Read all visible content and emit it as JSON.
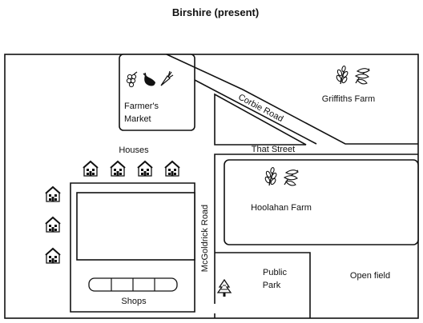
{
  "title": "Birshire (present)",
  "roads": {
    "corbie": "Corbie Road",
    "that_street": "That Street",
    "mcgoldrick": "McGoldrick Road"
  },
  "areas": {
    "farmers_market_line1": "Farmer's",
    "farmers_market_line2": "Market",
    "griffiths_farm": "Griffiths Farm",
    "houses": "Houses",
    "hoolahan_farm": "Hoolahan Farm",
    "public_park_line1": "Public",
    "public_park_line2": "Park",
    "open_field": "Open field",
    "shops": "Shops"
  },
  "icons": {
    "market": [
      "grapes-icon",
      "eggplant-icon",
      "carrot-icon"
    ],
    "farm": [
      "wheat-icon",
      "leaves-icon"
    ],
    "house": "house-icon",
    "park": "tree-icon",
    "shops": "shop-row-icon"
  }
}
